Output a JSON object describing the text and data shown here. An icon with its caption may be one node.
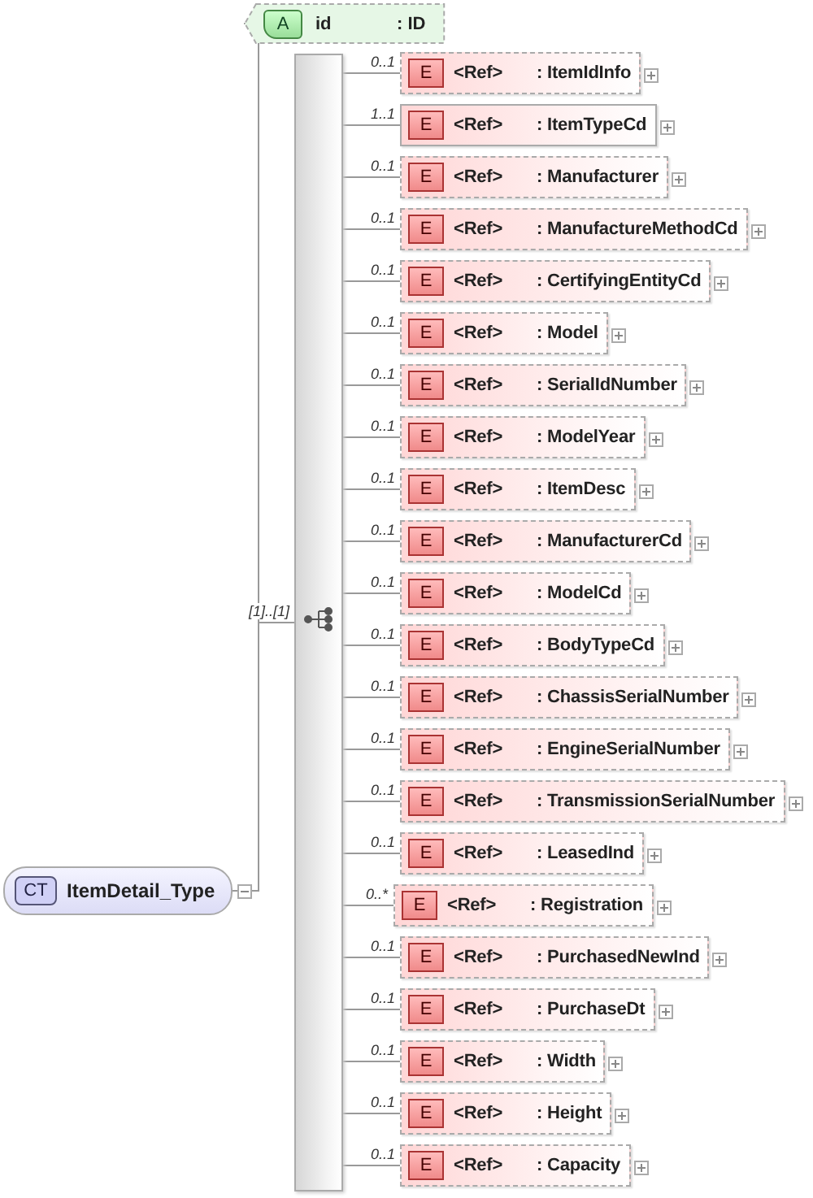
{
  "diagram": {
    "nodes": [
      {
        "text": [
          "CT",
          "ItemDetail_Type"
        ]
      },
      {
        "text": [
          "A",
          "id",
          ": ID"
        ]
      },
      {
        "text": [],
        "shape": "bar"
      },
      {
        "text": [
          "E",
          "<Ref>",
          ": ItemIdInfo"
        ]
      },
      {
        "text": [
          "E",
          "<Ref>",
          ": ItemTypeCd"
        ]
      },
      {
        "text": [
          "E",
          "<Ref>",
          ": Manufacturer"
        ]
      },
      {
        "text": [
          "E",
          "<Ref>",
          ": ManufactureMethodCd"
        ]
      },
      {
        "text": [
          "E",
          "<Ref>",
          ": CertifyingEntityCd"
        ]
      },
      {
        "text": [
          "E",
          "<Ref>",
          ": Model"
        ]
      },
      {
        "text": [
          "E",
          "<Ref>",
          ": SerialIdNumber"
        ]
      },
      {
        "text": [
          "E",
          "<Ref>",
          ": ModelYear"
        ]
      },
      {
        "text": [
          "E",
          "<Ref>",
          ": ItemDesc"
        ]
      },
      {
        "text": [
          "E",
          "<Ref>",
          ": ManufacturerCd"
        ]
      },
      {
        "text": [
          "E",
          "<Ref>",
          ": ModelCd"
        ]
      },
      {
        "text": [
          "E",
          "<Ref>",
          ": BodyTypeCd"
        ]
      },
      {
        "text": [
          "E",
          "<Ref>",
          ": ChassisSerialNumber"
        ]
      },
      {
        "text": [
          "E",
          "<Ref>",
          ": EngineSerialNumber"
        ]
      },
      {
        "text": [
          "E",
          "<Ref>",
          ": TransmissionSerialNumber"
        ]
      },
      {
        "text": [
          "E",
          "<Ref>",
          ": LeasedInd"
        ]
      },
      {
        "text": [
          "E",
          "<Ref>",
          ": Registration"
        ]
      },
      {
        "text": [
          "E",
          "<Ref>",
          ": PurchasedNewInd"
        ]
      },
      {
        "text": [
          "E",
          "<Ref>",
          ": PurchaseDt"
        ]
      },
      {
        "text": [
          "E",
          "<Ref>",
          ": Width"
        ]
      },
      {
        "text": [
          "E",
          "<Ref>",
          ": Height"
        ]
      },
      {
        "text": [
          "E",
          "<Ref>",
          ": Capacity"
        ]
      }
    ],
    "edges": [
      {
        "from": 0,
        "to": 1,
        "arrow": "none"
      },
      {
        "from": 0,
        "to": 2,
        "arrow": "none",
        "label": "[1]..[1]"
      },
      {
        "from": 2,
        "to": 3,
        "arrow": "none",
        "label": "0..1"
      },
      {
        "from": 2,
        "to": 4,
        "arrow": "none",
        "label": "1..1"
      },
      {
        "from": 2,
        "to": 5,
        "arrow": "none",
        "label": "0..1"
      },
      {
        "from": 2,
        "to": 6,
        "arrow": "none",
        "label": "0..1"
      },
      {
        "from": 2,
        "to": 7,
        "arrow": "none",
        "label": "0..1"
      },
      {
        "from": 2,
        "to": 8,
        "arrow": "none",
        "label": "0..1"
      },
      {
        "from": 2,
        "to": 9,
        "arrow": "none",
        "label": "0..1"
      },
      {
        "from": 2,
        "to": 10,
        "arrow": "none",
        "label": "0..1"
      },
      {
        "from": 2,
        "to": 11,
        "arrow": "none",
        "label": "0..1"
      },
      {
        "from": 2,
        "to": 12,
        "arrow": "none",
        "label": "0..1"
      },
      {
        "from": 2,
        "to": 13,
        "arrow": "none",
        "label": "0..1"
      },
      {
        "from": 2,
        "to": 14,
        "arrow": "none",
        "label": "0..1"
      },
      {
        "from": 2,
        "to": 15,
        "arrow": "none",
        "label": "0..1"
      },
      {
        "from": 2,
        "to": 16,
        "arrow": "none",
        "label": "0..1"
      },
      {
        "from": 2,
        "to": 17,
        "arrow": "none",
        "label": "0..1"
      },
      {
        "from": 2,
        "to": 18,
        "arrow": "none",
        "label": "0..1"
      },
      {
        "from": 2,
        "to": 19,
        "arrow": "none",
        "label": "0..*"
      },
      {
        "from": 2,
        "to": 20,
        "arrow": "none",
        "label": "0..1"
      },
      {
        "from": 2,
        "to": 21,
        "arrow": "none",
        "label": "0..1"
      },
      {
        "from": 2,
        "to": 22,
        "arrow": "none",
        "label": "0..1"
      },
      {
        "from": 2,
        "to": 23,
        "arrow": "none",
        "label": "0..1"
      },
      {
        "from": 2,
        "to": 24,
        "arrow": "none",
        "label": "0..1"
      }
    ]
  }
}
